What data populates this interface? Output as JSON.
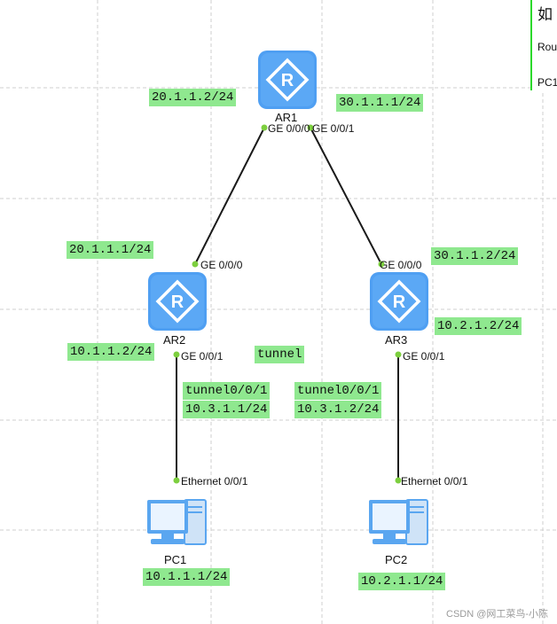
{
  "devices": {
    "ar1": {
      "name": "AR1",
      "type": "router"
    },
    "ar2": {
      "name": "AR2",
      "type": "router"
    },
    "ar3": {
      "name": "AR3",
      "type": "router"
    },
    "pc1": {
      "name": "PC1",
      "type": "pc"
    },
    "pc2": {
      "name": "PC2",
      "type": "pc"
    }
  },
  "ports": {
    "ar1_ge000": "GE 0/0/0",
    "ar1_ge001": "GE 0/0/1",
    "ar2_ge000": "GE 0/0/0",
    "ar2_ge001": "GE 0/0/1",
    "ar3_ge000": "GE 0/0/0",
    "ar3_ge001": "GE 0/0/1",
    "pc1_eth": "Ethernet 0/0/1",
    "pc2_eth": "Ethernet 0/0/1"
  },
  "labels": {
    "ar1_left_ip": "20.1.1.2/24",
    "ar1_right_ip": "30.1.1.1/24",
    "ar2_up_ip": "20.1.1.1/24",
    "ar3_up_ip": "30.1.1.2/24",
    "ar3_down_ip": "10.2.1.2/24",
    "ar2_down_ip": "10.1.1.2/24",
    "tunnel": "tunnel",
    "tunnel_left_if": "tunnel0/0/1",
    "tunnel_left_ip": "10.3.1.1/24",
    "tunnel_right_if": "tunnel0/0/1",
    "tunnel_right_ip": "10.3.1.2/24",
    "pc1_ip": "10.1.1.1/24",
    "pc2_ip": "10.2.1.1/24"
  },
  "side_panel": {
    "line1": "如",
    "line2": "Rou",
    "line3": "PC1"
  },
  "watermark": "CSDN @网工菜鸟-小陈",
  "colors": {
    "router": "#4f9ff2",
    "label_bg": "#8fe88f",
    "link": "#1a1a1a",
    "port_dot": "#7dcf3f",
    "grid": "#cfcfcf",
    "pc": "#5aa6f0"
  }
}
